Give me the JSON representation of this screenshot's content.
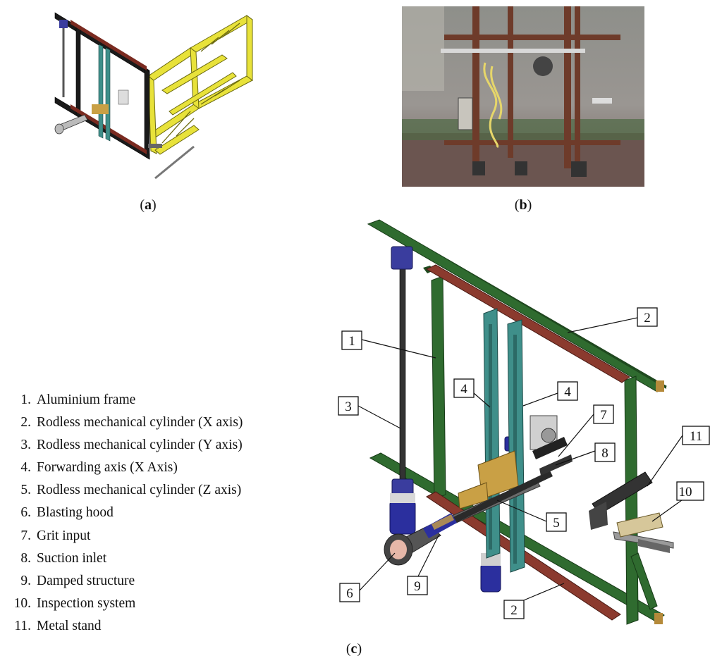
{
  "captions": {
    "a": "a",
    "b": "b",
    "c": "c"
  },
  "legend": [
    {
      "num": "1.",
      "text": "Aluminium frame"
    },
    {
      "num": "2.",
      "text": "Rodless mechanical cylinder (X axis)"
    },
    {
      "num": "3.",
      "text": "Rodless mechanical cylinder (Y axis)"
    },
    {
      "num": "4.",
      "text": "Forwarding axis (X Axis)"
    },
    {
      "num": "5.",
      "text": "Rodless mechanical cylinder (Z axis)"
    },
    {
      "num": "6.",
      "text": "Blasting hood"
    },
    {
      "num": "7.",
      "text": "Grit input"
    },
    {
      "num": "8.",
      "text": "Suction inlet"
    },
    {
      "num": "9.",
      "text": "Damped structure"
    },
    {
      "num": "10.",
      "text": "Inspection system"
    },
    {
      "num": "11.",
      "text": "Metal stand"
    }
  ],
  "callouts": {
    "c1": "1",
    "c2a": "2",
    "c2b": "2",
    "c3": "3",
    "c4a": "4",
    "c4b": "4",
    "c5": "5",
    "c6": "6",
    "c7": "7",
    "c8": "8",
    "c9": "9",
    "c10": "10",
    "c11": "11"
  },
  "colors": {
    "frame_green": "#2f6b2f",
    "rail_red": "#8b3a2e",
    "cad_yellow": "#e8e23a",
    "cylinder_blue": "#2b2f9e",
    "teal": "#3f8f8a",
    "brass": "#c9a045"
  }
}
